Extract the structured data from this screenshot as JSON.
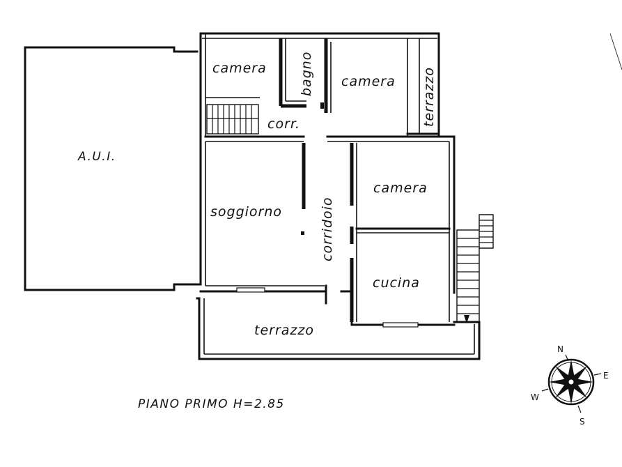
{
  "rooms": {
    "aui": "A.U.I.",
    "camera_top_left": "camera",
    "bagno": "bagno",
    "camera_top_right": "camera",
    "terrazzo_side": "terrazzo",
    "corr": "corr.",
    "soggiorno": "soggiorno",
    "corridoio": "corridoio",
    "camera_right": "camera",
    "cucina": "cucina",
    "terrazzo_bottom": "terrazzo"
  },
  "caption": "PIANO PRIMO H=2.85",
  "compass": {
    "n": "N",
    "e": "E",
    "s": "S",
    "w": "W"
  }
}
